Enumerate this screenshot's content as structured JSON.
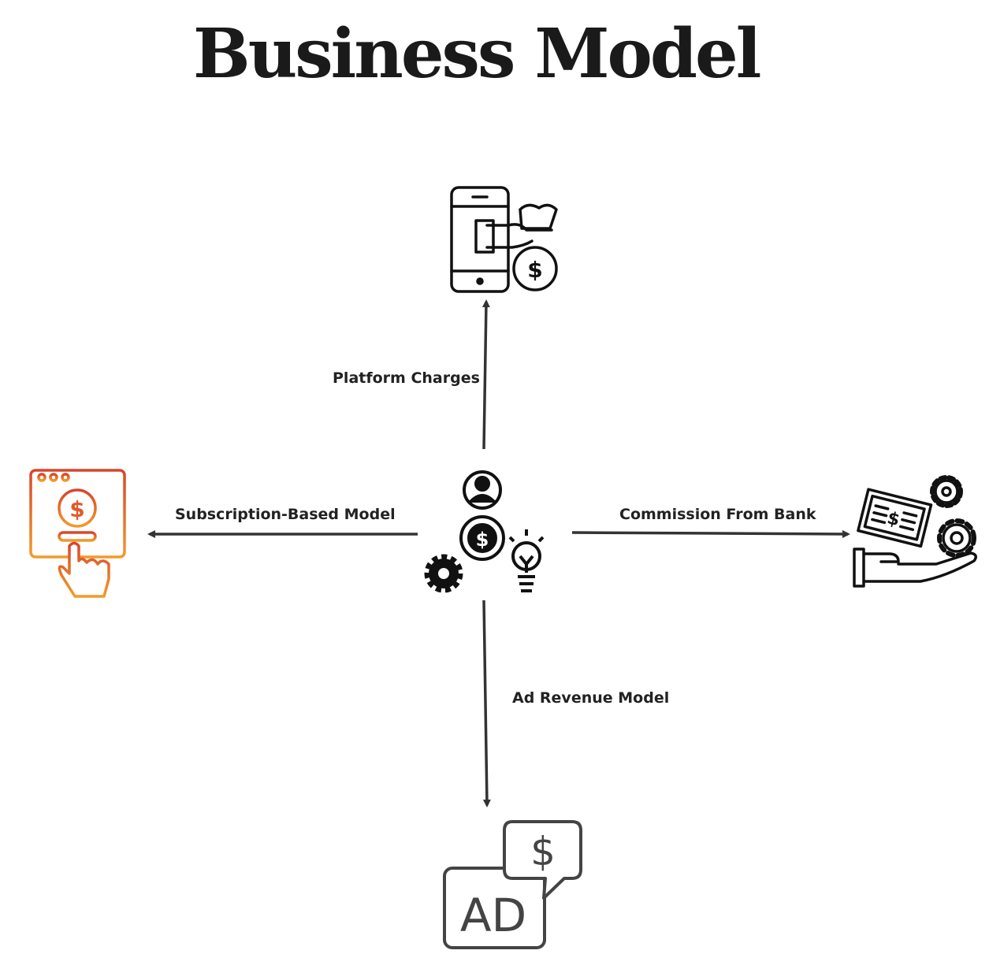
{
  "title": "Business Model",
  "edges": {
    "top": {
      "label": "Platform Charges"
    },
    "left": {
      "label": "Subscription-Based Model"
    },
    "right": {
      "label": "Commission From Bank"
    },
    "bottom": {
      "label": "Ad Revenue Model"
    }
  },
  "nodes": {
    "center": {
      "icon": "business-model-hub-icon"
    },
    "top": {
      "icon": "mobile-payment-money-bag-icon"
    },
    "left": {
      "icon": "web-subscription-pay-icon",
      "color": "#e8632c"
    },
    "right": {
      "icon": "hand-cheque-gears-icon"
    },
    "bottom": {
      "icon": "ad-dollar-chat-icon",
      "ad_text": "AD",
      "symbol": "$"
    }
  },
  "colors": {
    "arrow": "#333333",
    "ink": "#111111",
    "ad_icon": "#444444"
  }
}
